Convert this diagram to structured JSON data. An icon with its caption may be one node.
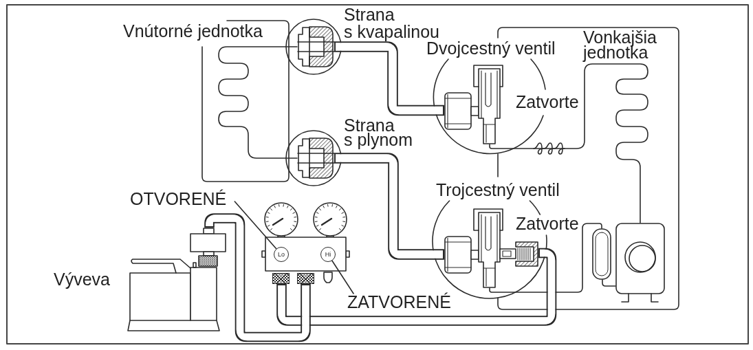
{
  "diagram": {
    "nodes": [
      {
        "text": [],
        "shape": "picture",
        "beside": [
          "Strana s kvapalinou"
        ]
      },
      {
        "text": [],
        "shape": "picture",
        "beside": [
          "Dvojcestný ventil",
          "Zatvorte"
        ]
      },
      {
        "text": [],
        "shape": "picture",
        "beside": [
          "Strana s plynom"
        ]
      },
      {
        "text": [
          "OTVORENÉ"
        ]
      },
      {
        "text": [],
        "shape": "picture"
      },
      {
        "text": [
          "Lo"
        ],
        "in": 4
      },
      {
        "text": [
          "Hi"
        ],
        "in": 4
      },
      {
        "text": [],
        "shape": "box",
        "in": 4
      },
      {
        "text": [],
        "shape": "box",
        "in": 4
      },
      {
        "text": [],
        "shape": "picture",
        "beside": [
          "Trojcestný ventil",
          "Zatvorte"
        ]
      },
      {
        "text": [],
        "shape": "picture"
      },
      {
        "text": [],
        "shape": "picture",
        "beside": [
          "Výveva"
        ]
      },
      {
        "text": [],
        "shape": "picture"
      },
      {
        "text": [
          "ZATVORENÉ"
        ]
      }
    ],
    "edges": [
      {
        "from": 0,
        "to": 1,
        "arrow": "none",
        "style": "thick"
      },
      {
        "from": 0,
        "to": 2,
        "arrow": "none"
      },
      {
        "from": 1,
        "to": 12,
        "arrow": "none"
      },
      {
        "from": 2,
        "to": 9,
        "arrow": "none",
        "style": "thick"
      },
      {
        "from": 3,
        "to": 5,
        "arrow": "none"
      },
      {
        "from": 7,
        "to": 9,
        "arrow": "none",
        "style": "thick"
      },
      {
        "from": 8,
        "to": 11,
        "arrow": "none",
        "style": "thick"
      },
      {
        "from": 9,
        "to": 10,
        "arrow": "none"
      },
      {
        "from": 10,
        "to": 12,
        "arrow": "none"
      },
      {
        "from": 13,
        "to": 6,
        "arrow": "none"
      }
    ],
    "labels": [
      "Vnútorné jednotka",
      "Vonkajšia jednotka"
    ]
  }
}
